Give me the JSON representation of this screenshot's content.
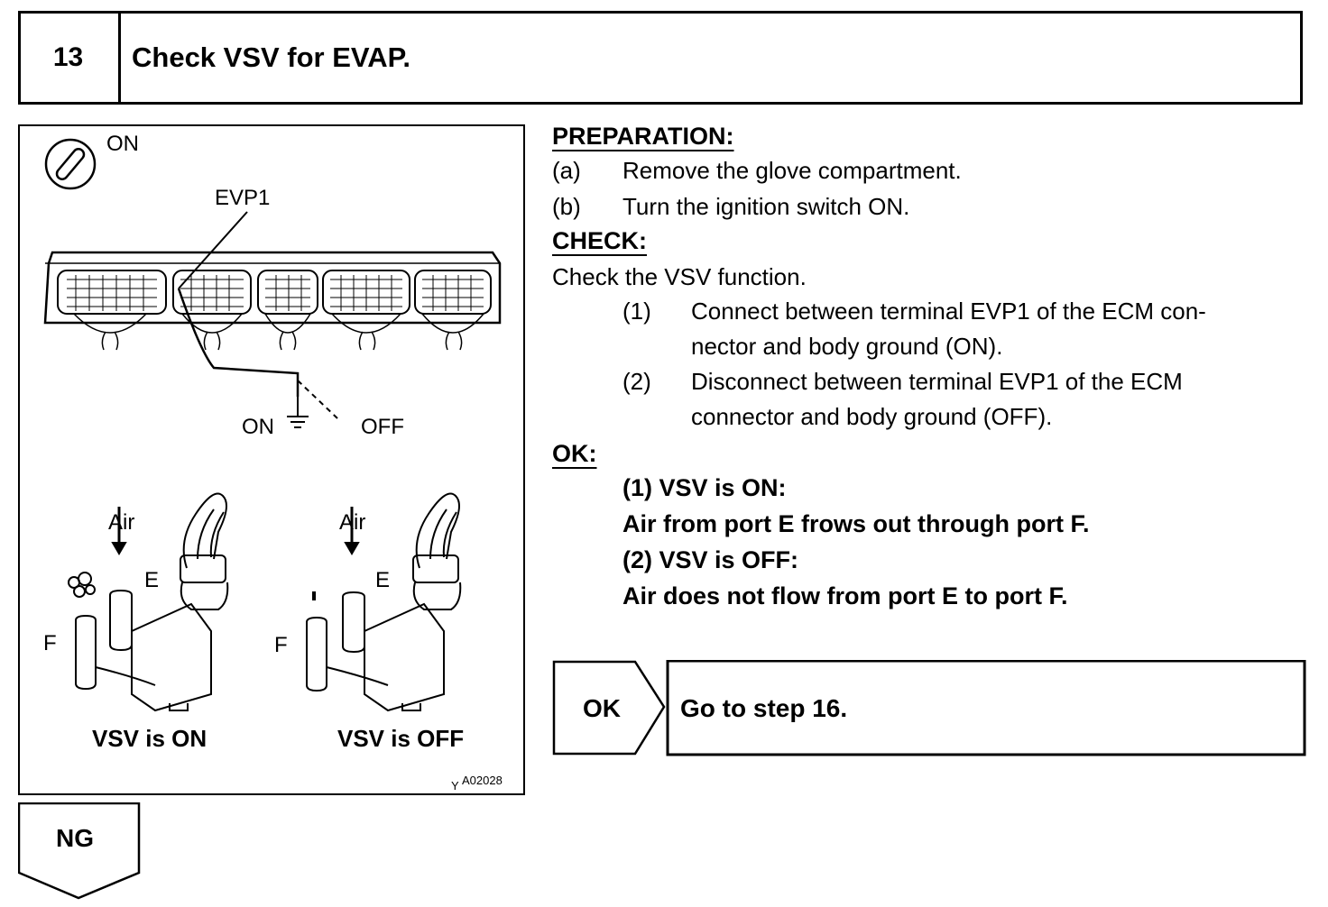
{
  "step": {
    "number": "13",
    "title": "Check VSV for EVAP."
  },
  "figure": {
    "on_label": "ON",
    "evp_label": "EVP1",
    "switch_on": "ON",
    "switch_off": "OFF",
    "air_left": "Air",
    "air_right": "Air",
    "port_e_left": "E",
    "port_e_right": "E",
    "port_f_left": "F",
    "port_f_right": "F",
    "caption_left": "VSV is ON",
    "caption_right": "VSV is OFF",
    "code_prefix": "Y",
    "code": "A02028"
  },
  "preparation": {
    "heading": "PREPARATION:",
    "items": [
      {
        "marker": "(a)",
        "text": "Remove the glove compartment."
      },
      {
        "marker": "(b)",
        "text": "Turn the ignition switch ON."
      }
    ]
  },
  "check": {
    "heading": "CHECK:",
    "intro": "Check the VSV function.",
    "items": [
      {
        "marker": "(1)",
        "line1": "Connect between terminal EVP1 of the ECM con-",
        "line2": "nector and body ground (ON)."
      },
      {
        "marker": "(2)",
        "line1": "Disconnect between terminal EVP1 of the ECM",
        "line2": "connector and body ground (OFF)."
      }
    ]
  },
  "ok": {
    "heading": "OK:",
    "lines": [
      "(1)  VSV is ON:",
      "Air from port E frows out through port F.",
      "(2)  VSV is OFF:",
      "Air does not flow from port E to port F."
    ]
  },
  "result_ok": {
    "label": "OK",
    "action": "Go to step 16."
  },
  "result_ng": {
    "label": "NG"
  }
}
